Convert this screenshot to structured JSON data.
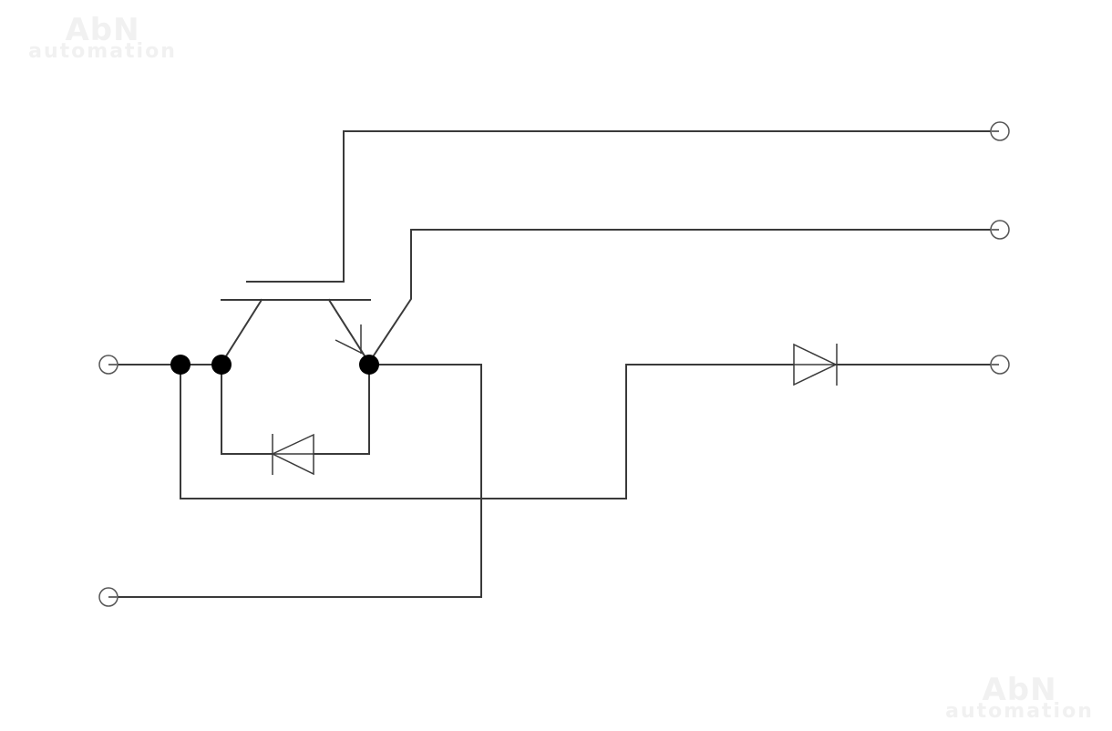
{
  "watermark": {
    "top_left": {
      "line1": "AbN",
      "line2": "automation"
    },
    "bottom_right": {
      "line1": "AbN",
      "line2": "automation"
    }
  },
  "diagram": {
    "type": "circuit-schematic",
    "description": "IGBT module with anti-parallel freewheeling diode and series diode",
    "colors": {
      "wire": "#3a3a3a",
      "junction": "#000000",
      "terminal": "#555555",
      "watermark": "#f1f1f1"
    },
    "components": [
      {
        "id": "igbt",
        "kind": "IGBT / transistor with emitter arrow"
      },
      {
        "id": "freewheel-diode",
        "kind": "diode",
        "orientation": "pointing-left"
      },
      {
        "id": "series-diode",
        "kind": "diode",
        "orientation": "pointing-right"
      }
    ],
    "terminals": [
      {
        "id": "terminal-gate",
        "side": "right"
      },
      {
        "id": "terminal-aux-emitter",
        "side": "right"
      },
      {
        "id": "terminal-diode-cathode",
        "side": "right"
      },
      {
        "id": "terminal-collector",
        "side": "left"
      },
      {
        "id": "terminal-emitter",
        "side": "left"
      }
    ],
    "junctions": 3
  }
}
